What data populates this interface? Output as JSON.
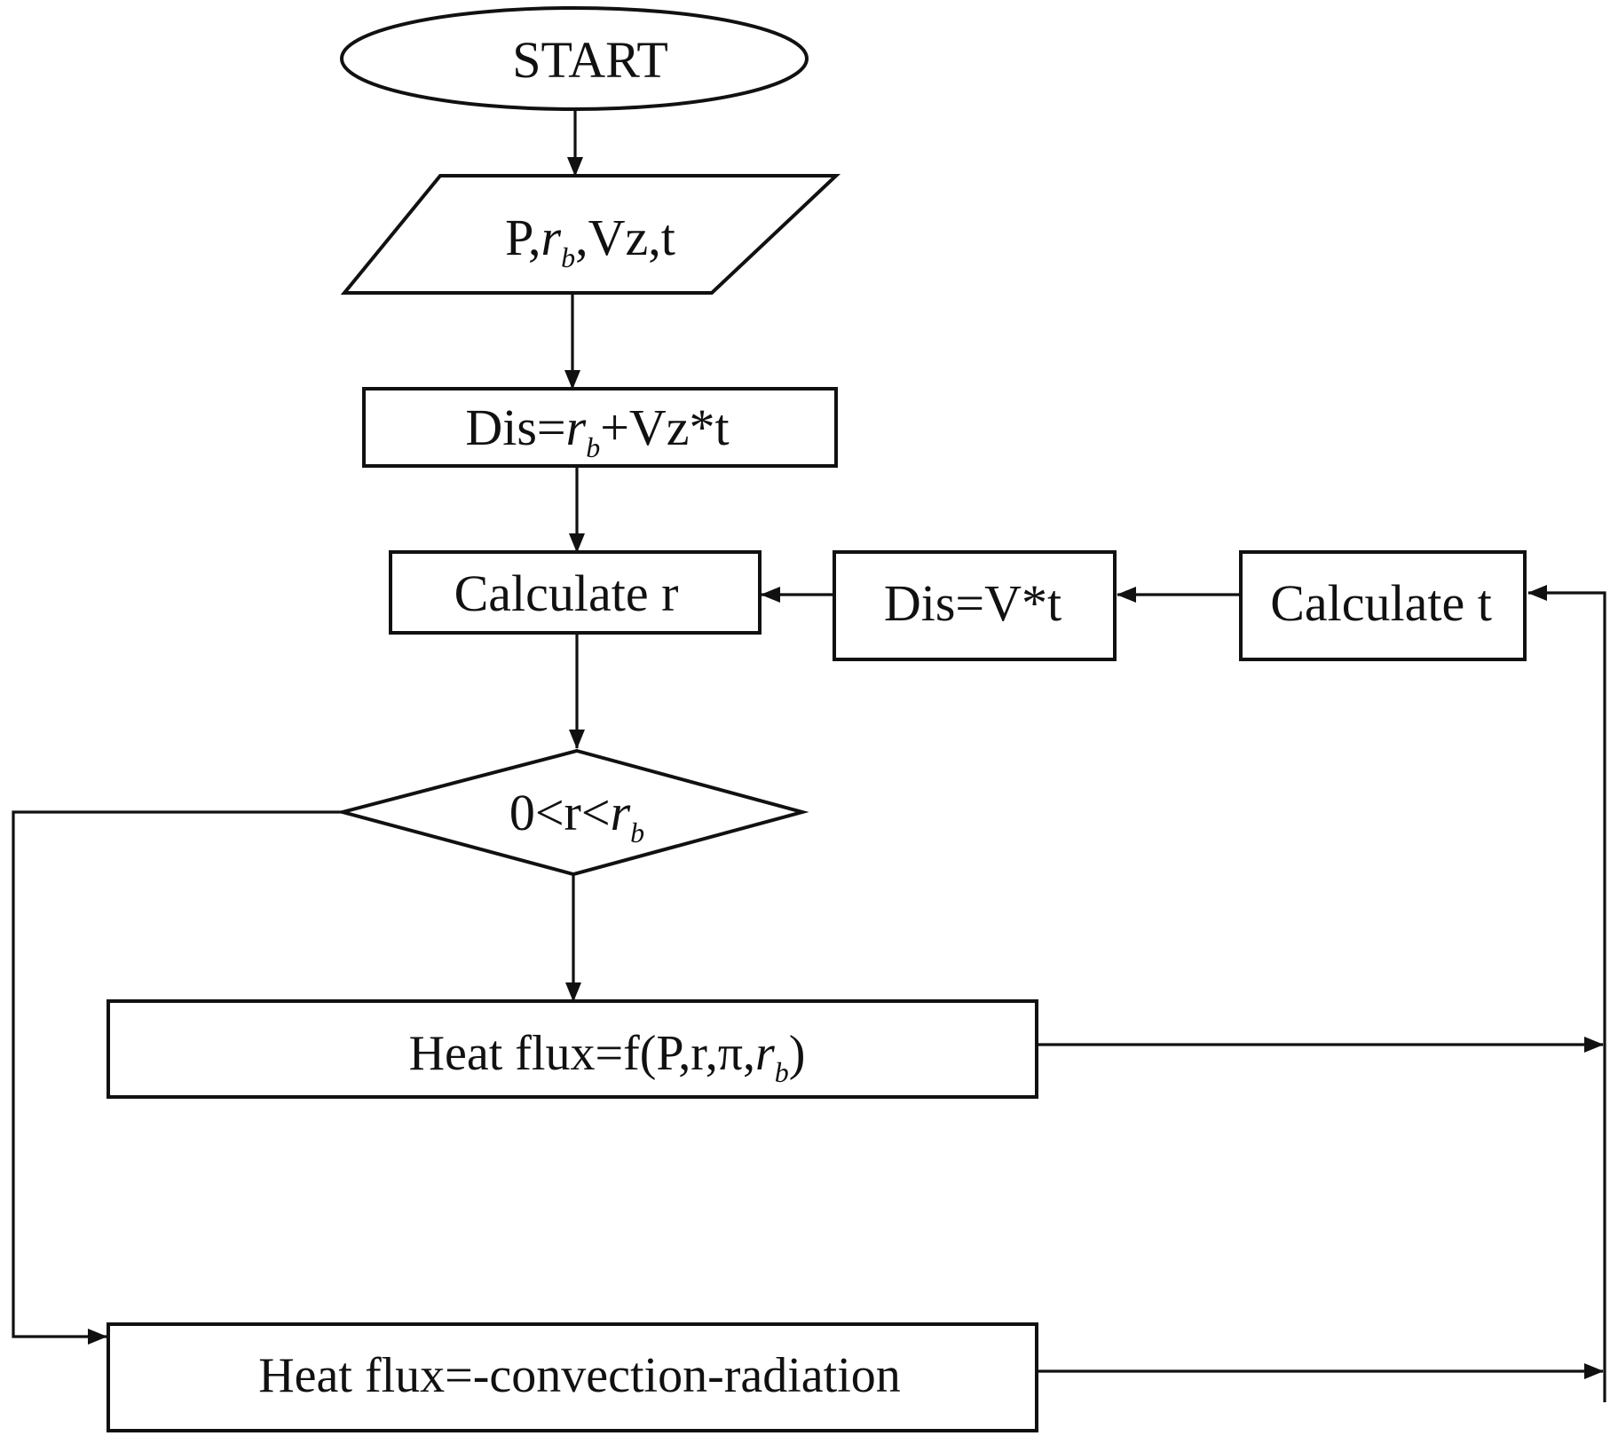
{
  "nodes": {
    "start": {
      "text": "START"
    },
    "input": {
      "prefix": "P,",
      "var": "r",
      "sub": "b",
      "suffix": ",Vz,t"
    },
    "dis_init": {
      "prefix": "Dis=",
      "var": "r",
      "sub": "b",
      "suffix": "+Vz*t"
    },
    "calc_r": {
      "text": "Calculate r"
    },
    "dis_vt": {
      "text": "Dis=V*t"
    },
    "calc_t": {
      "text": "Calculate t"
    },
    "decision": {
      "prefix": "0<r<",
      "var": "r",
      "sub": "b"
    },
    "heat_flux_1": {
      "prefix": "Heat flux=f(P,r,π,",
      "var": "r",
      "sub": "b",
      "suffix": ")"
    },
    "heat_flux_2": {
      "text": "Heat flux=-convection-radiation"
    }
  }
}
